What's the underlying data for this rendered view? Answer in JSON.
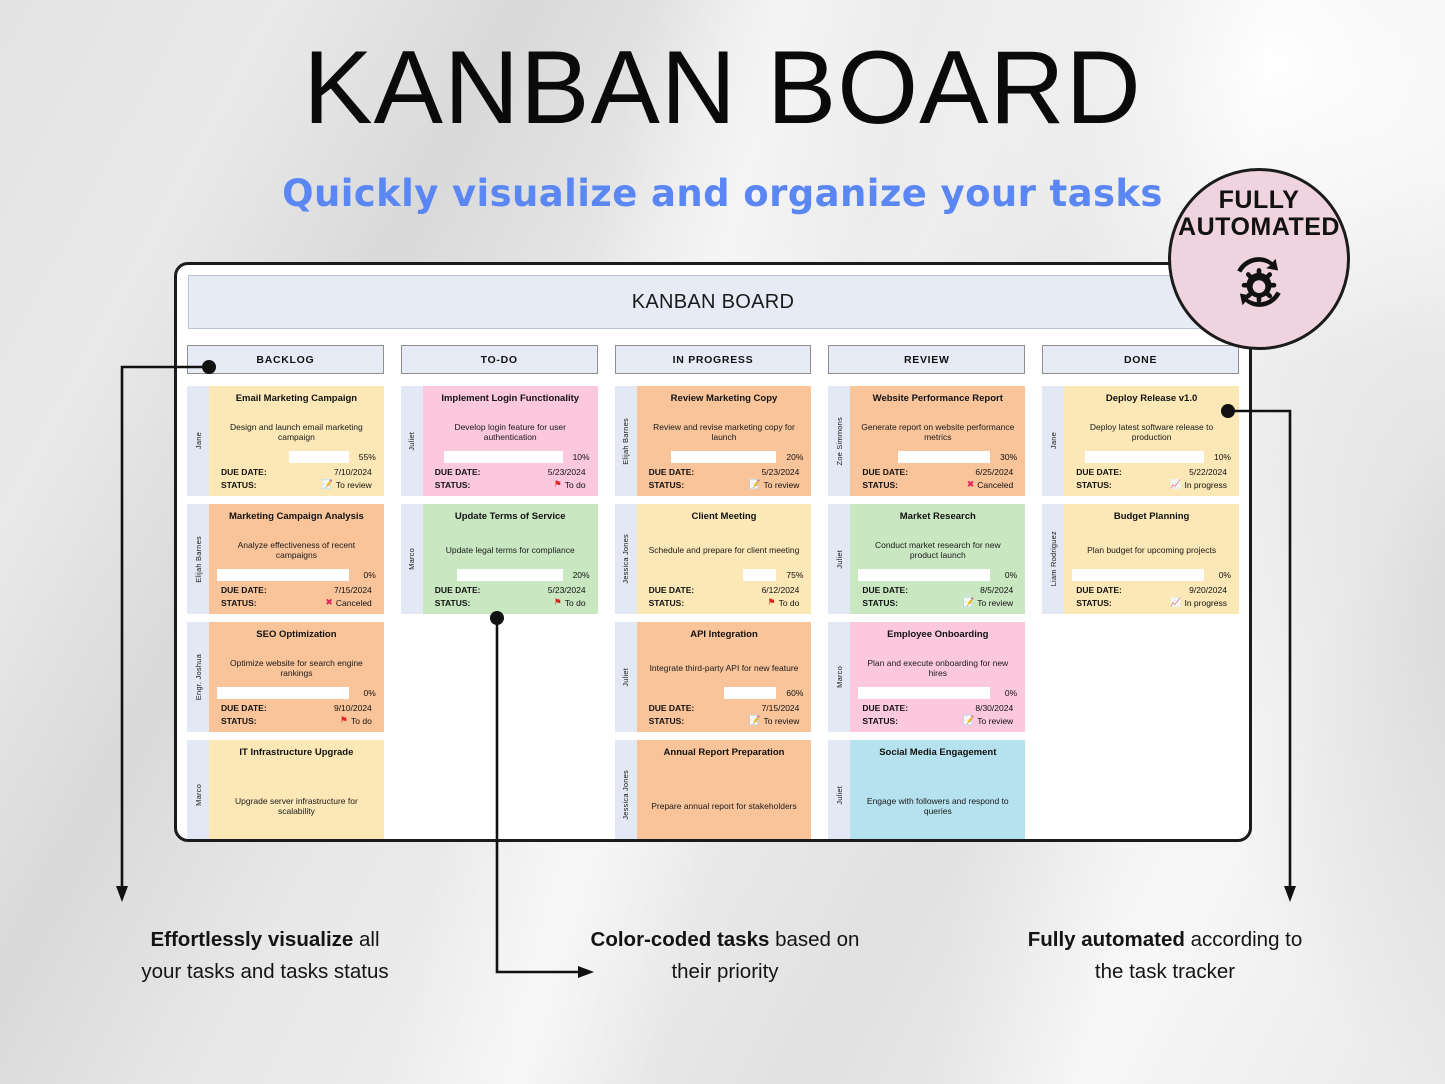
{
  "header": {
    "title": "KANBAN BOARD",
    "subtitle": "Quickly visualize and organize your tasks"
  },
  "badge": {
    "line1": "FULLY",
    "line2": "AUTOMATED",
    "icon": "gear-refresh-icon",
    "bg": "#efd4e0"
  },
  "window": {
    "title": "KANBAN BOARD"
  },
  "colors": {
    "yellow": "#fbe8b6",
    "pink": "#fbc8dd",
    "orange": "#f9c49a",
    "green": "#c9e8c2",
    "blue": "#b5e2ee",
    "owner_bg": "#e3e9f4",
    "header_bg": "#e6ebf5",
    "accent_blue": "#5b87f5"
  },
  "columns": [
    {
      "name": "BACKLOG",
      "cards": [
        {
          "owner": "Jane",
          "title": "Email Marketing Campaign",
          "desc": "Design and launch email marketing campaign",
          "progress": "55%",
          "progress_value": 55,
          "due_label": "DUE DATE:",
          "due": "7/10/2024",
          "status_label": "STATUS:",
          "status": "To review",
          "status_icon": "to-review-icon",
          "color": "yellow"
        },
        {
          "owner": "Elijah Barnes",
          "title": "Marketing Campaign Analysis",
          "desc": "Analyze effectiveness of recent campaigns",
          "progress": "0%",
          "progress_value": 0,
          "due_label": "DUE DATE:",
          "due": "7/15/2024",
          "status_label": "STATUS:",
          "status": "Canceled",
          "status_icon": "canceled-icon",
          "color": "orange"
        },
        {
          "owner": "Engr. Joshua",
          "title": "SEO Optimization",
          "desc": "Optimize website for search engine rankings",
          "progress": "0%",
          "progress_value": 0,
          "due_label": "DUE DATE:",
          "due": "9/10/2024",
          "status_label": "STATUS:",
          "status": "To do",
          "status_icon": "to-do-icon",
          "color": "orange"
        },
        {
          "owner": "Marco",
          "title": "IT Infrastructure Upgrade",
          "desc": "Upgrade server infrastructure for scalability",
          "progress": "",
          "progress_value": null,
          "due_label": "",
          "due": "",
          "status_label": "",
          "status": "",
          "status_icon": "",
          "color": "yellow"
        }
      ]
    },
    {
      "name": "TO-DO",
      "cards": [
        {
          "owner": "Juliet",
          "title": "Implement Login Functionality",
          "desc": "Develop login feature for user authentication",
          "progress": "10%",
          "progress_value": 10,
          "due_label": "DUE DATE:",
          "due": "5/23/2024",
          "status_label": "STATUS:",
          "status": "To do",
          "status_icon": "to-do-icon",
          "color": "pink"
        },
        {
          "owner": "Marco",
          "title": "Update Terms of Service",
          "desc": "Update legal terms for compliance",
          "progress": "20%",
          "progress_value": 20,
          "due_label": "DUE DATE:",
          "due": "5/23/2024",
          "status_label": "STATUS:",
          "status": "To do",
          "status_icon": "to-do-icon",
          "color": "green"
        }
      ]
    },
    {
      "name": "IN PROGRESS",
      "cards": [
        {
          "owner": "Elijah Barnes",
          "title": "Review Marketing Copy",
          "desc": "Review and revise marketing copy for launch",
          "progress": "20%",
          "progress_value": 20,
          "due_label": "DUE DATE:",
          "due": "5/23/2024",
          "status_label": "STATUS:",
          "status": "To review",
          "status_icon": "to-review-icon",
          "color": "orange"
        },
        {
          "owner": "Jessica Jones",
          "title": "Client Meeting",
          "desc": "Schedule and prepare for client meeting",
          "progress": "75%",
          "progress_value": 75,
          "due_label": "DUE DATE:",
          "due": "6/12/2024",
          "status_label": "STATUS:",
          "status": "To do",
          "status_icon": "to-do-icon",
          "color": "yellow"
        },
        {
          "owner": "Juliet",
          "title": "API Integration",
          "desc": "Integrate third-party API for new feature",
          "progress": "60%",
          "progress_value": 60,
          "due_label": "DUE DATE:",
          "due": "7/15/2024",
          "status_label": "STATUS:",
          "status": "To review",
          "status_icon": "to-review-icon",
          "color": "orange"
        },
        {
          "owner": "Jessica Jones",
          "title": "Annual Report Preparation",
          "desc": "Prepare annual report for stakeholders",
          "progress": "",
          "progress_value": null,
          "due_label": "",
          "due": "",
          "status_label": "",
          "status": "",
          "status_icon": "",
          "color": "orange"
        }
      ]
    },
    {
      "name": "REVIEW",
      "cards": [
        {
          "owner": "Zoe Simmons",
          "title": "Website Performance Report",
          "desc": "Generate report on website performance metrics",
          "progress": "30%",
          "progress_value": 30,
          "due_label": "DUE DATE:",
          "due": "6/25/2024",
          "status_label": "STATUS:",
          "status": "Canceled",
          "status_icon": "canceled-icon",
          "color": "orange"
        },
        {
          "owner": "Juliet",
          "title": "Market Research",
          "desc": "Conduct market research for new product launch",
          "progress": "0%",
          "progress_value": 0,
          "due_label": "DUE DATE:",
          "due": "8/5/2024",
          "status_label": "STATUS:",
          "status": "To review",
          "status_icon": "to-review-icon",
          "color": "green"
        },
        {
          "owner": "Marco",
          "title": "Employee Onboarding",
          "desc": "Plan and execute onboarding for new hires",
          "progress": "0%",
          "progress_value": 0,
          "due_label": "DUE DATE:",
          "due": "8/30/2024",
          "status_label": "STATUS:",
          "status": "To review",
          "status_icon": "to-review-icon",
          "color": "pink"
        },
        {
          "owner": "Juliet",
          "title": "Social Media Engagement",
          "desc": "Engage with followers and respond to queries",
          "progress": "",
          "progress_value": null,
          "due_label": "",
          "due": "",
          "status_label": "",
          "status": "",
          "status_icon": "",
          "color": "blue"
        }
      ]
    },
    {
      "name": "DONE",
      "cards": [
        {
          "owner": "Jane",
          "title": "Deploy Release v1.0",
          "desc": "Deploy latest software release to production",
          "progress": "10%",
          "progress_value": 10,
          "due_label": "DUE DATE:",
          "due": "5/22/2024",
          "status_label": "STATUS:",
          "status": "In progress",
          "status_icon": "in-progress-icon",
          "color": "yellow"
        },
        {
          "owner": "Liam Rodriguez",
          "title": "Budget Planning",
          "desc": "Plan budget for upcoming projects",
          "progress": "0%",
          "progress_value": 0,
          "due_label": "DUE DATE:",
          "due": "9/20/2024",
          "status_label": "STATUS:",
          "status": "In progress",
          "status_icon": "in-progress-icon",
          "color": "yellow"
        }
      ]
    }
  ],
  "captions": [
    {
      "bold": "Effortlessly visualize",
      "rest": " all",
      "line2": "your tasks and tasks status"
    },
    {
      "bold": "Color-coded tasks",
      "rest": " based on",
      "line2": "their priority"
    },
    {
      "bold": "Fully automated",
      "rest": " according to",
      "line2": "the task tracker"
    }
  ]
}
